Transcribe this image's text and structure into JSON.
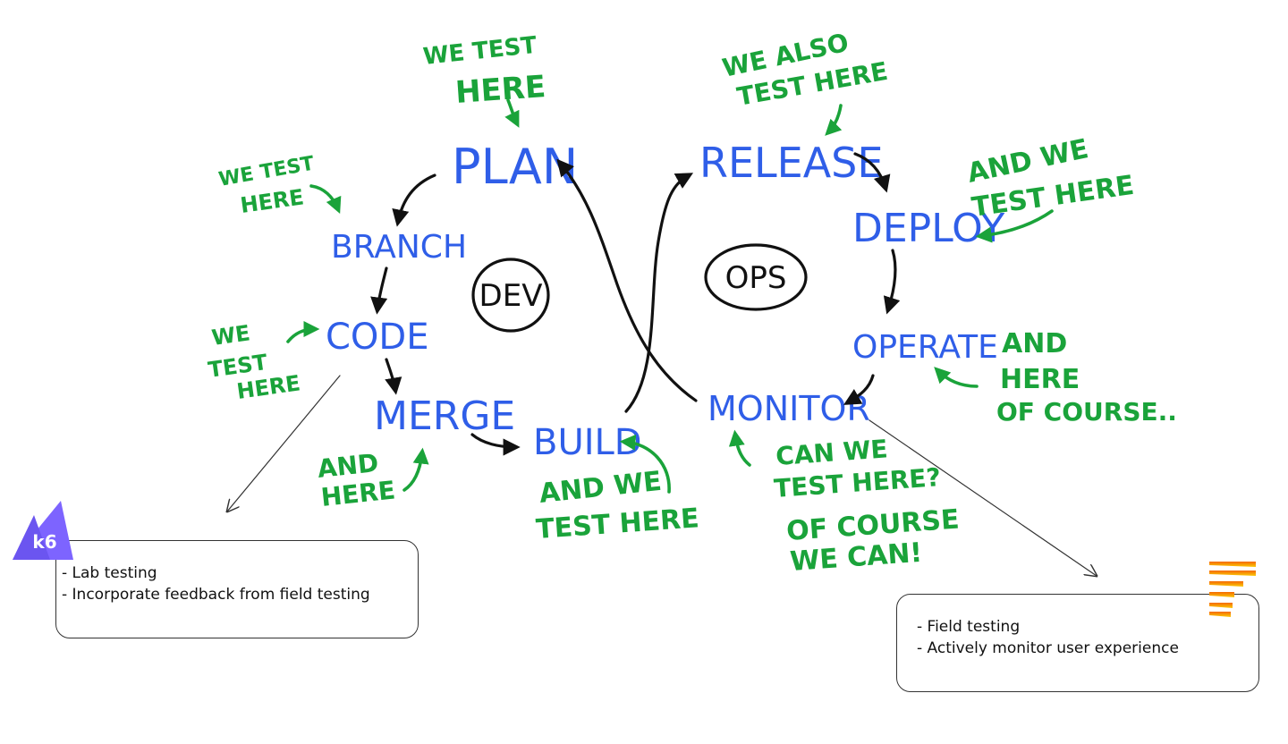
{
  "colors": {
    "stage": "#2f5ee8",
    "note": "#1aa33a",
    "ink": "#111111",
    "k6": "#7d64ff",
    "bars_top": "#f46800",
    "bars_bottom": "#fbca0a"
  },
  "hubs": {
    "dev": "DEV",
    "ops": "OPS"
  },
  "stages": {
    "plan": "PLAN",
    "branch": "BRANCH",
    "code": "CODE",
    "merge": "MERGE",
    "build": "BUILD",
    "release": "RELEASE",
    "deploy": "DEPLOY",
    "operate": "OPERATE",
    "monitor": "MONITOR"
  },
  "notes": {
    "plan": [
      "WE TEST",
      "HERE"
    ],
    "branch": [
      "WE TEST",
      "HERE"
    ],
    "code": [
      "WE",
      "TEST",
      "HERE"
    ],
    "merge": [
      "AND",
      "HERE"
    ],
    "build": [
      "AND WE",
      "TEST HERE"
    ],
    "release": [
      "WE ALSO",
      "TEST HERE"
    ],
    "deploy": [
      "AND WE",
      "TEST HERE"
    ],
    "operate": [
      "AND",
      "HERE",
      "OF COURSE.."
    ],
    "monitor": [
      "CAN WE",
      "TEST HERE?",
      "OF COURSE",
      "WE CAN!"
    ]
  },
  "boxes": {
    "lab": {
      "logo_icon": "k6-logo-icon",
      "logo_text": "k6",
      "items": [
        "- Lab testing",
        "- Incorporate feedback from field testing"
      ]
    },
    "field": {
      "logo_icon": "orange-bars-logo-icon",
      "items": [
        "- Field testing",
        "- Actively monitor user experience"
      ]
    }
  }
}
